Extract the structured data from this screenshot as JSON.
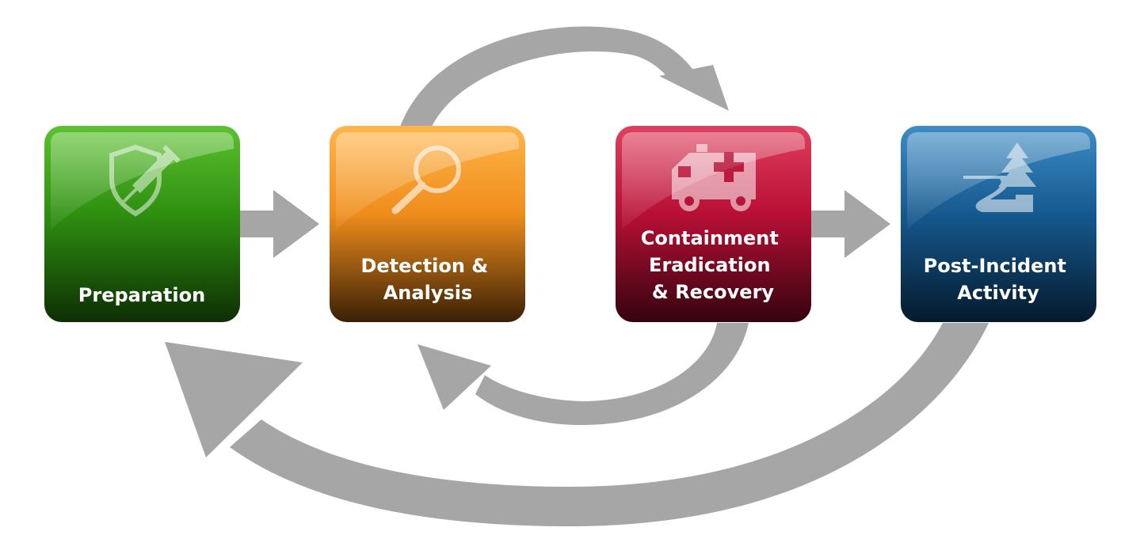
{
  "phases": [
    {
      "id": "preparation",
      "icon": "shield-syringe-icon",
      "color": "#2f9a12",
      "label_lines": [
        "Preparation"
      ]
    },
    {
      "id": "detection-analysis",
      "icon": "magnifier-icon",
      "color": "#f39a22",
      "label_lines": [
        "Detection &",
        "Analysis"
      ]
    },
    {
      "id": "containment-eradication-recovery",
      "icon": "ambulance-icon",
      "color": "#c8163e",
      "label_lines": [
        "Containment",
        "Eradication",
        "& Recovery"
      ]
    },
    {
      "id": "post-incident-activity",
      "icon": "road-tree-icon",
      "color": "#1f6aa2",
      "label_lines": [
        "Post-Incident",
        "Activity"
      ]
    }
  ],
  "connections": [
    {
      "from": "preparation",
      "to": "detection-analysis"
    },
    {
      "from": "detection-analysis",
      "to": "containment-eradication-recovery"
    },
    {
      "from": "containment-eradication-recovery",
      "to": "detection-analysis"
    },
    {
      "from": "containment-eradication-recovery",
      "to": "post-incident-activity"
    },
    {
      "from": "post-incident-activity",
      "to": "preparation"
    }
  ],
  "arrow_color": "#a6a6a6"
}
